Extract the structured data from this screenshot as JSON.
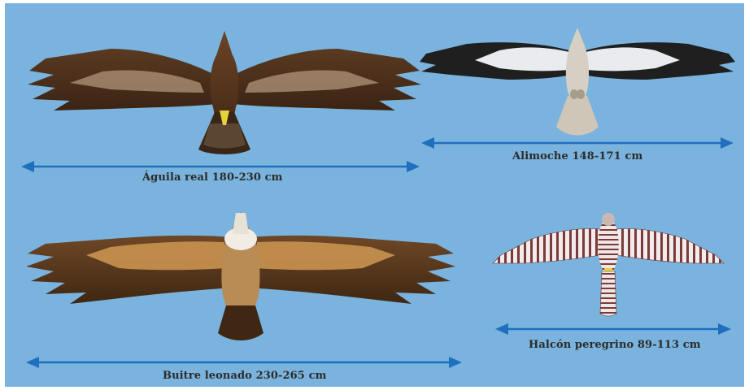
{
  "birds": {
    "aguila": {
      "label": "Águila real 180-230 cm"
    },
    "alimoche": {
      "label": "Alimoche 148-171 cm"
    },
    "buitre": {
      "label": "Buitre leonado 230-265 cm"
    },
    "halcon": {
      "label": "Halcón peregrino 89-113 cm"
    }
  },
  "colors": {
    "background": "#7ab3dd",
    "arrow": "#1f6fbf",
    "label_text": "#2b2b2b"
  }
}
